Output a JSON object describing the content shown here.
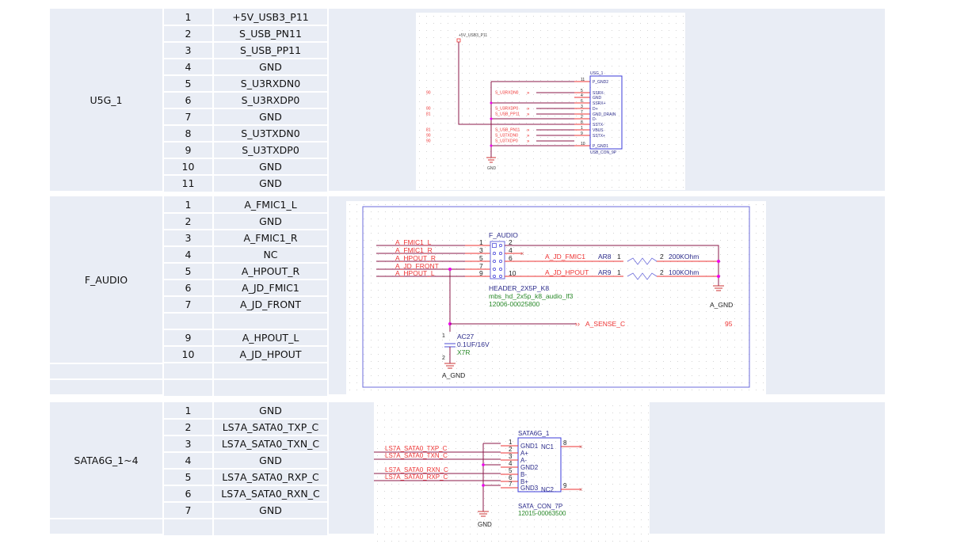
{
  "sections": [
    {
      "connector": "U5G_1",
      "pins": [
        {
          "pin": "1",
          "net": "+5V_USB3_P11"
        },
        {
          "pin": "2",
          "net": "S_USB_PN11"
        },
        {
          "pin": "3",
          "net": "S_USB_PP11"
        },
        {
          "pin": "4",
          "net": "GND"
        },
        {
          "pin": "5",
          "net": "S_U3RXDN0"
        },
        {
          "pin": "6",
          "net": "S_U3RXDP0"
        },
        {
          "pin": "7",
          "net": "GND"
        },
        {
          "pin": "8",
          "net": "S_U3TXDN0"
        },
        {
          "pin": "9",
          "net": "S_U3TXDP0"
        },
        {
          "pin": "10",
          "net": "GND"
        },
        {
          "pin": "11",
          "net": "GND"
        }
      ],
      "schematic": {
        "power_label": "+5V_USB3_P11",
        "ref": "USG_1",
        "part": "USB_CON_9P",
        "gnd_label": "GND",
        "pins": [
          {
            "num": "11",
            "name": "P_GND2"
          },
          {
            "num": "5",
            "name": "SSRX-"
          },
          {
            "num": "4",
            "name": "GND"
          },
          {
            "num": "6",
            "name": "SSRX+"
          },
          {
            "num": "3",
            "name": "D+"
          },
          {
            "num": "7",
            "name": "GND_DRAIN"
          },
          {
            "num": "2",
            "name": "D-"
          },
          {
            "num": "8",
            "name": "SSTX-"
          },
          {
            "num": "1",
            "name": "VBUS"
          },
          {
            "num": "9",
            "name": "SSTX+"
          },
          {
            "num": "10",
            "name": "P_GND1"
          }
        ],
        "nets": [
          "S_U3RXDN0",
          "S_U3RXDP0",
          "S_USB_PP11",
          "S_USB_PN11",
          "S_U3TXDN0",
          "S_U3TXDP0"
        ],
        "page_refs": [
          "90",
          "90",
          "81",
          "81",
          "90",
          "90"
        ]
      }
    },
    {
      "connector": "F_AUDIO",
      "pins": [
        {
          "pin": "1",
          "net": "A_FMIC1_L"
        },
        {
          "pin": "2",
          "net": "GND"
        },
        {
          "pin": "3",
          "net": "A_FMIC1_R"
        },
        {
          "pin": "4",
          "net": "NC"
        },
        {
          "pin": "5",
          "net": "A_HPOUT_R"
        },
        {
          "pin": "6",
          "net": "A_JD_FMIC1"
        },
        {
          "pin": "7",
          "net": "A_JD_FRONT"
        },
        {
          "pin": "",
          "net": ""
        },
        {
          "pin": "9",
          "net": "A_HPOUT_L"
        },
        {
          "pin": "10",
          "net": "A_JD_HPOUT"
        },
        {
          "pin": "",
          "net": ""
        },
        {
          "pin": "",
          "net": ""
        }
      ],
      "schematic": {
        "ref": "F_AUDIO",
        "part": "HEADER_2X5P_K8",
        "footprint": "mbs_hd_2x5p_k8_audio_lf3",
        "part_no": "12006-00025800",
        "nets": [
          "A_FMIC1_L",
          "A_FMIC1_R",
          "A_HPOUT_R",
          "A_JD_FRONT",
          "A_HPOUT_L"
        ],
        "left_pins": [
          "1",
          "3",
          "5",
          "7",
          "9"
        ],
        "right_pins": [
          "2",
          "4",
          "6",
          "",
          "10"
        ],
        "jd_fmic1": "A_JD_FMIC1",
        "jd_hpout": "A_JD_HPOUT",
        "r1": {
          "ref": "AR8",
          "p1": "1",
          "p2": "2",
          "value": "200KOhm"
        },
        "r2": {
          "ref": "AR9",
          "p1": "1",
          "p2": "2",
          "value": "100KOhm"
        },
        "agnd": "A_GND",
        "sense": "A_SENSE_C",
        "sense_page": "95",
        "cap": {
          "ref": "AC27",
          "value": "0.1UF/16V",
          "dielectric": "X7R",
          "p1": "1",
          "p2": "2"
        }
      }
    },
    {
      "connector": "SATA6G_1~4",
      "pins": [
        {
          "pin": "1",
          "net": "GND"
        },
        {
          "pin": "2",
          "net": "LS7A_SATA0_TXP_C"
        },
        {
          "pin": "3",
          "net": "LS7A_SATA0_TXN_C"
        },
        {
          "pin": "4",
          "net": "GND"
        },
        {
          "pin": "5",
          "net": "LS7A_SATA0_RXP_C"
        },
        {
          "pin": "6",
          "net": "LS7A_SATA0_RXN_C"
        },
        {
          "pin": "7",
          "net": "GND"
        },
        {
          "pin": "",
          "net": ""
        }
      ],
      "schematic": {
        "ref": "SATA6G_1",
        "part": "SATA_CON_7P",
        "part_no": "12015-00063500",
        "gnd_label": "GND",
        "nets": [
          "LS7A_SATA0_TXP_C",
          "LS7A_SATA0_TXN_C",
          "LS7A_SATA0_RXN_C",
          "LS7A_SATA0_RXP_C"
        ],
        "pins": [
          {
            "num": "1",
            "name": "GND1"
          },
          {
            "num": "2",
            "name": "A+"
          },
          {
            "num": "3",
            "name": "A-"
          },
          {
            "num": "4",
            "name": "GND2"
          },
          {
            "num": "5",
            "name": "B-"
          },
          {
            "num": "6",
            "name": "B+"
          },
          {
            "num": "7",
            "name": "GND3"
          }
        ],
        "nc1": {
          "name": "NC1",
          "num": "8"
        },
        "nc2": {
          "name": "NC2",
          "num": "9"
        }
      }
    }
  ]
}
